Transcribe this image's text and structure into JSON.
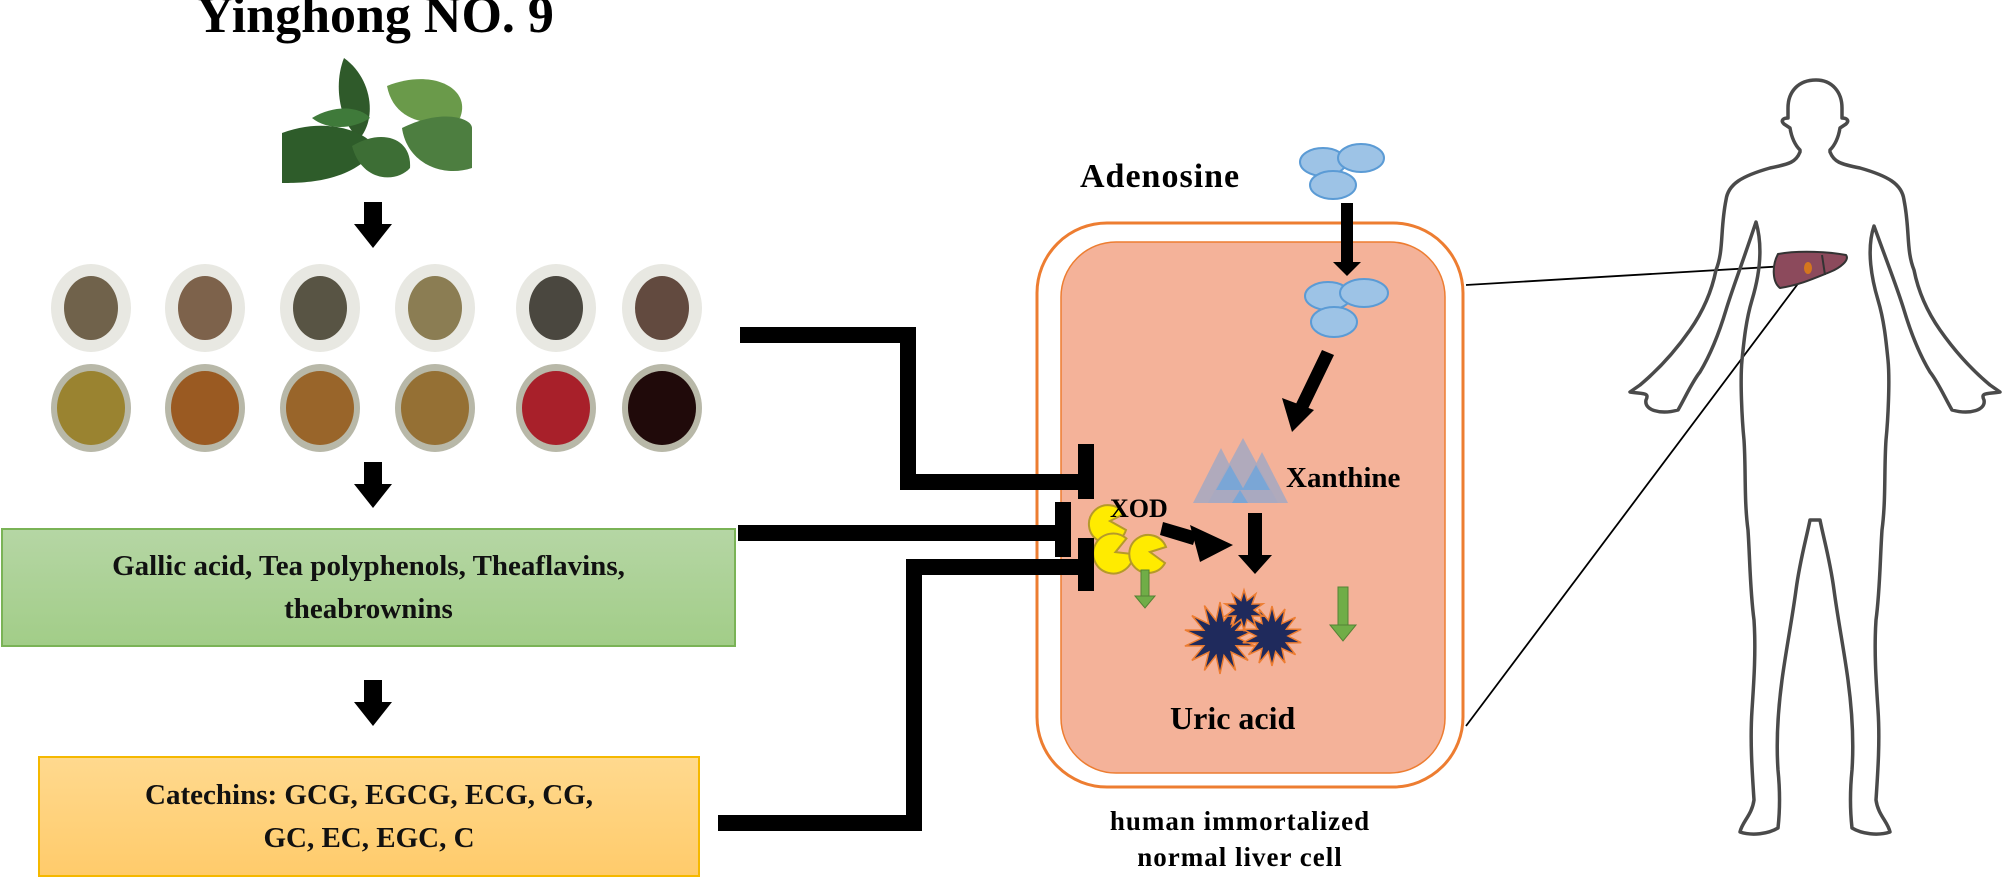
{
  "title": "Yinghong NO. 9",
  "source_image": {
    "icon": "tea-leaf-icon",
    "description": "fresh tea leaves"
  },
  "tea_samples": [
    {
      "dry_leaf_color": "#5a4a30",
      "infusion_color": "#9a8330"
    },
    {
      "dry_leaf_color": "#6a4a30",
      "infusion_color": "#9a5a22"
    },
    {
      "dry_leaf_color": "#3e3a28",
      "infusion_color": "#99652a"
    },
    {
      "dry_leaf_color": "#7a6a3a",
      "infusion_color": "#957034"
    },
    {
      "dry_leaf_color": "#2e2a22",
      "infusion_color": "#a8202a"
    },
    {
      "dry_leaf_color": "#4a2e22",
      "infusion_color": "#200a0a"
    }
  ],
  "components_box": {
    "lines": [
      "Gallic acid, Tea polyphenols, Theaflavins,",
      "theabrownins"
    ],
    "color": "#a9d18e"
  },
  "catechins_box": {
    "lines": [
      "Catechins: GCG, EGCG, ECG, CG,",
      "GC, EC, EGC, C"
    ],
    "color": "#ffd27a"
  },
  "cell": {
    "labels": {
      "adenosine": "Adenosine",
      "xanthine": "Xanthine",
      "xod": "XOD",
      "uric_acid": "Uric acid"
    },
    "caption": [
      "human immortalized",
      "normal liver cell"
    ],
    "membrane_color": "#ed7d31",
    "cytoplasm_color": "#f4b299",
    "molecule_color": "#9dc3e6",
    "enzyme_color": "#ffff00",
    "uric_acid_color": "#1f2a5c",
    "decrease_arrow_color": "#70ad47"
  },
  "body": {
    "organ": "liver",
    "organ_color": "#8c4a5c",
    "marker_color": "#d4761e"
  },
  "icons": {
    "flow_arrows": "arrow-down-icon",
    "inhibition": "inhibition-bar-icon",
    "decrease": "green-arrow-down-icon"
  }
}
